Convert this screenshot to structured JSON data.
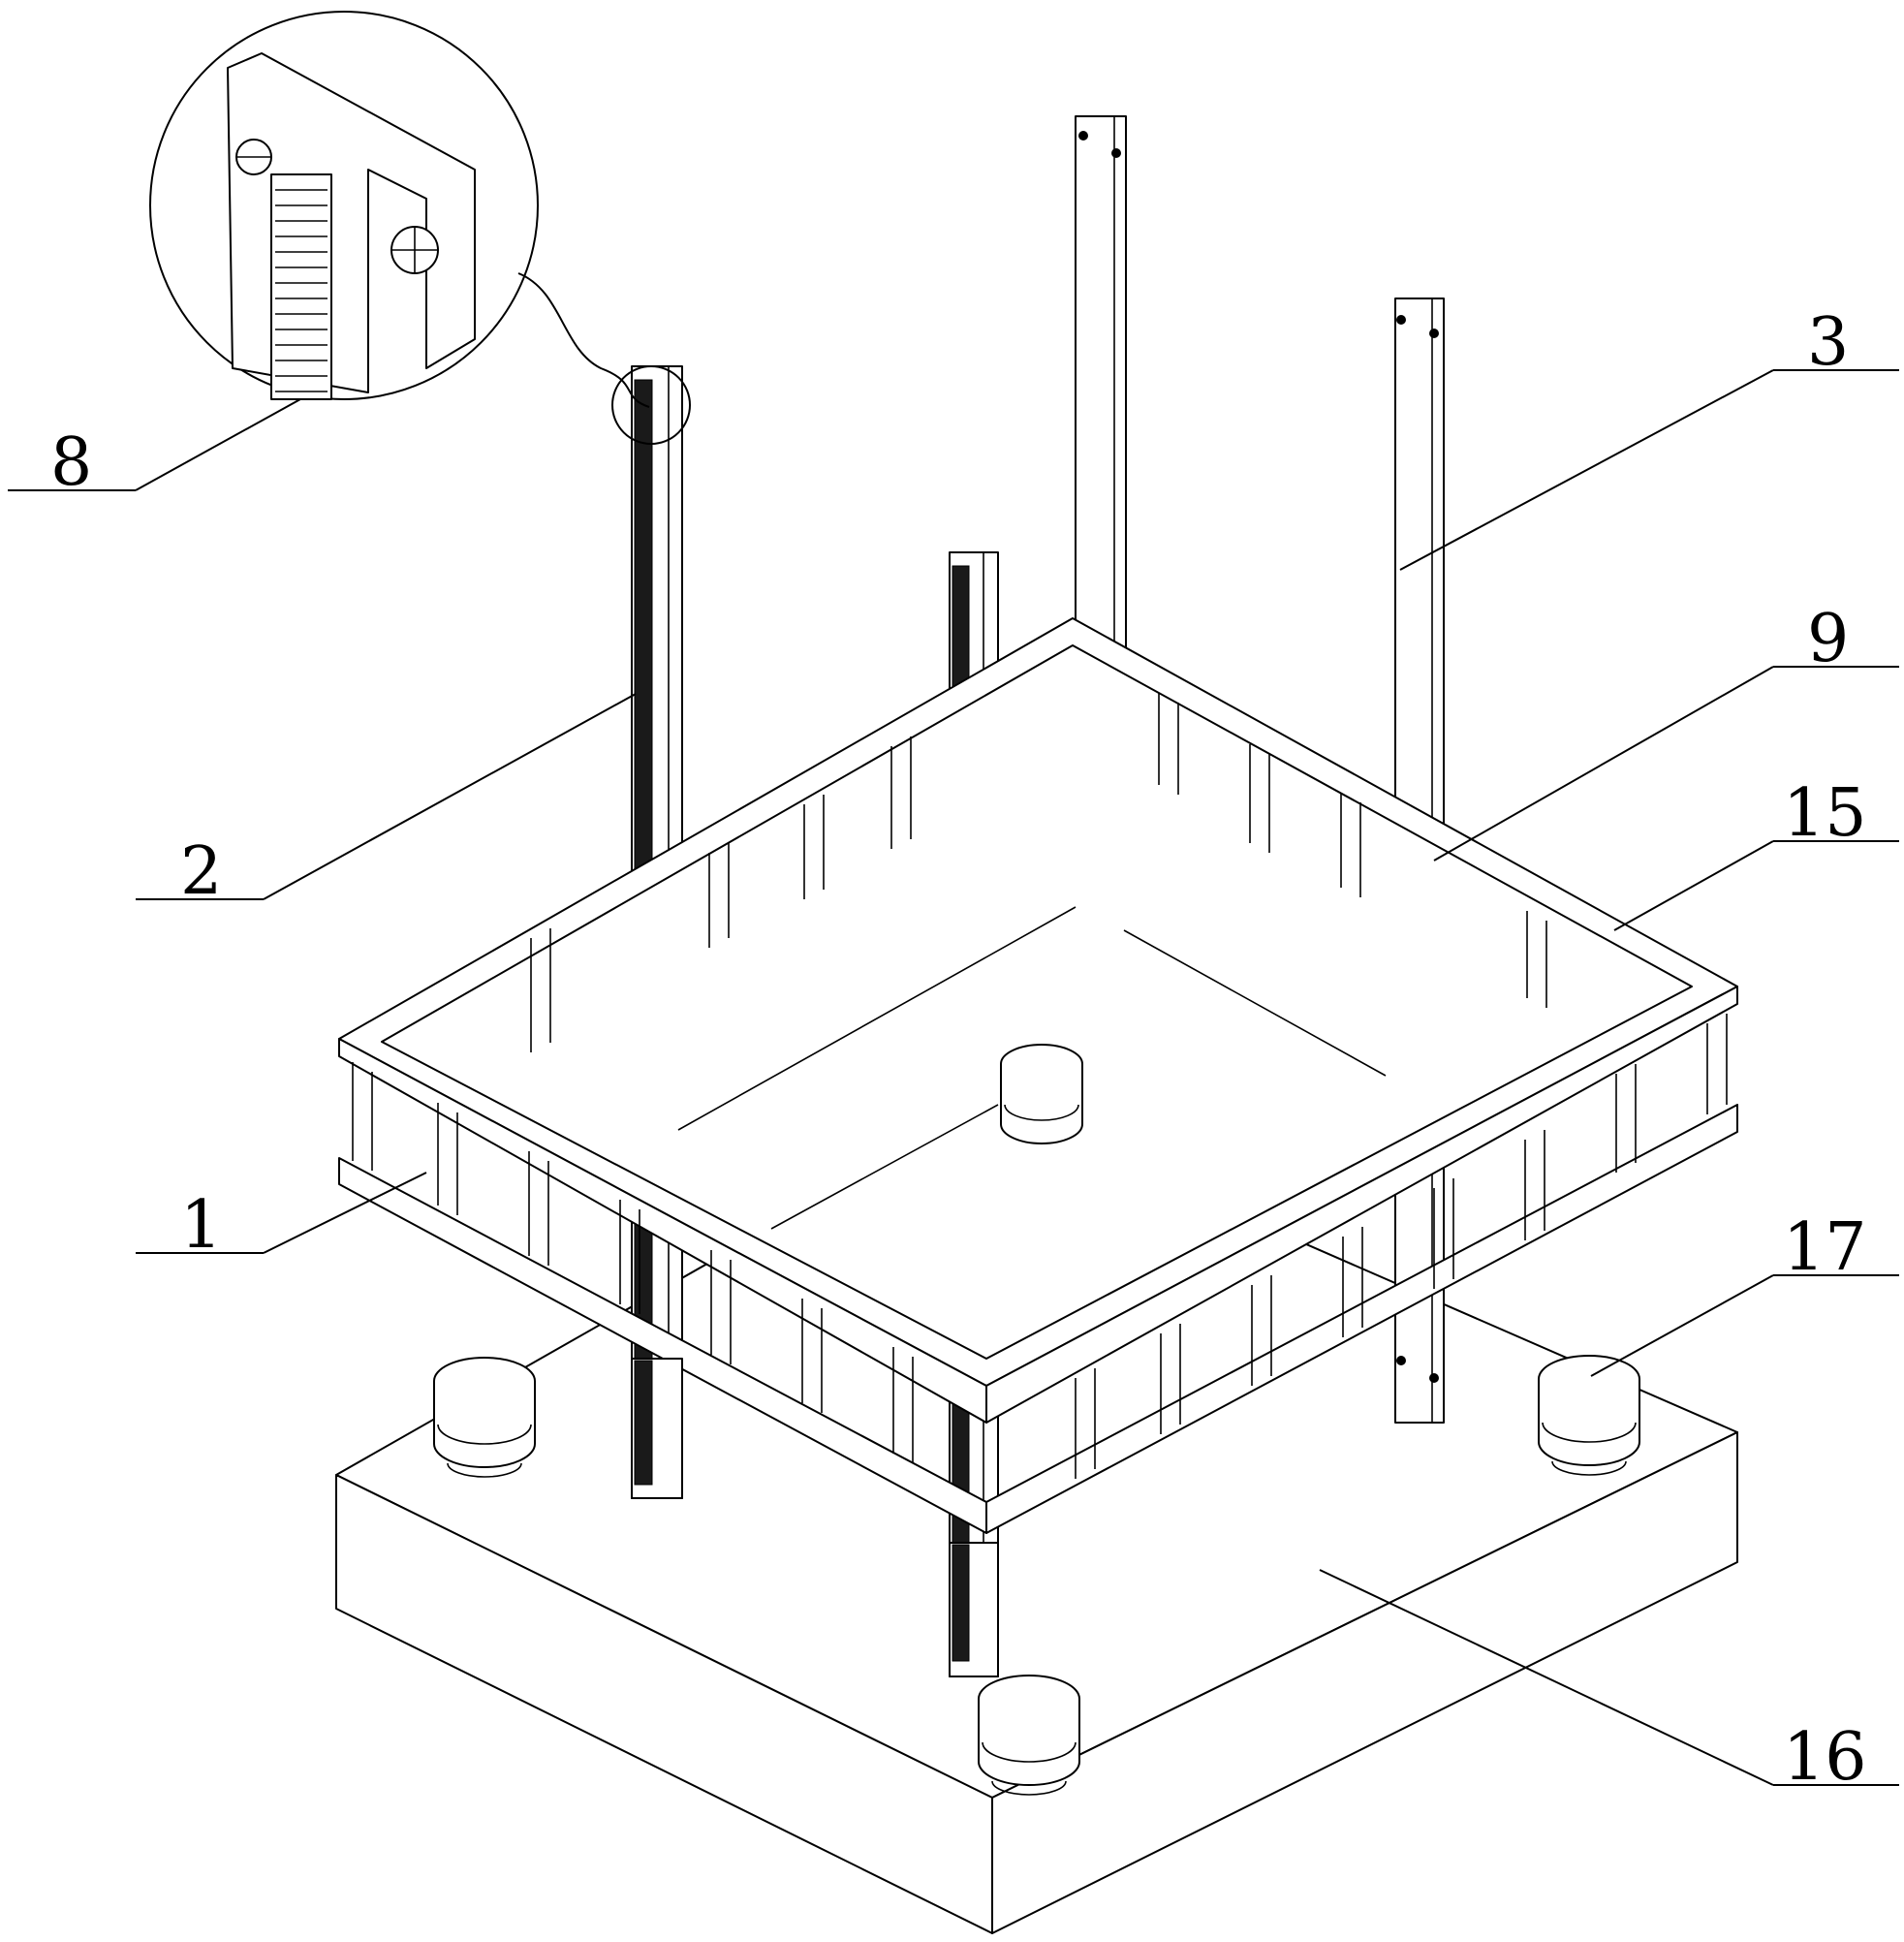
{
  "figure": {
    "labels": [
      {
        "id": "label-8",
        "text": "8"
      },
      {
        "id": "label-3",
        "text": "3"
      },
      {
        "id": "label-9",
        "text": "9"
      },
      {
        "id": "label-2",
        "text": "2"
      },
      {
        "id": "label-15",
        "text": "15"
      },
      {
        "id": "label-1",
        "text": "1"
      },
      {
        "id": "label-17",
        "text": "17"
      },
      {
        "id": "label-16",
        "text": "16"
      }
    ]
  }
}
